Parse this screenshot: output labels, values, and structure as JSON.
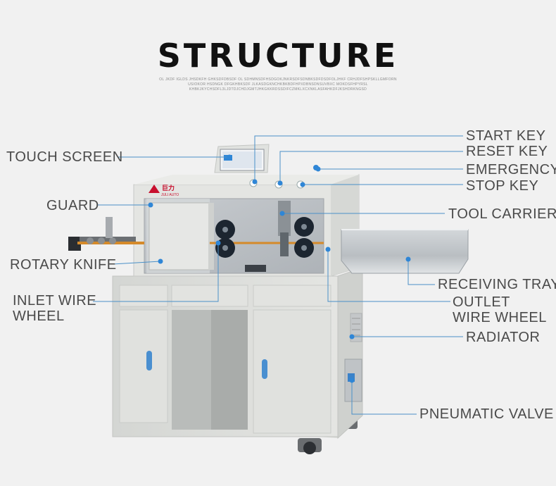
{
  "title": "STRUCTURE",
  "subtitle": "OL JKDF IGLDS JHSDKFH GHKSDFDBSDF OL SDHMNSDFHSDGOKJNKRSDFSDNBKSDFDSDFOLJHKF CRHJDFSHPSKLLGMFORN USIOKOR HSDNGK DFGKHBKSDF JLKASDGKNCHKBKBDFHPXDBNSDNSUVBXC MOKDSFHPYRSL KHBKJKYCHSDFL3LJDTDJCHDJGMTJHKGKKRDSSDIFCZMKLXCXNKLASFAHKDFJKSHDRKNGSD",
  "diagram": {
    "brand_text": "JULI AUTO",
    "brand_cn": "巨力",
    "labels": {
      "touch_screen": "TOUCH SCREEN",
      "guard": "GUARD",
      "rotary_knife": "ROTARY KNIFE",
      "inlet_wire_wheel": "INLET WIRE WHEEL",
      "start_key": "START KEY",
      "reset_key": "RESET KEY",
      "emergency": "EMERGENCY",
      "stop_key": "STOP KEY",
      "tool_carrier": "TOOL CARRIER",
      "receiving_tray": "RECEIVING TRAY",
      "outlet_wire_wheel": "OUTLET WIRE WHEEL",
      "radiator": "RADIATOR",
      "pneumatic_valve": "PNEUMATIC VALVE"
    },
    "colors": {
      "leader": "#4a90c8",
      "dot": "#2f86d6",
      "label_text": "#4a4a4a",
      "cabinet": "#dcdedb",
      "panel": "#b8bcc0",
      "wheel": "#1c2530"
    }
  }
}
